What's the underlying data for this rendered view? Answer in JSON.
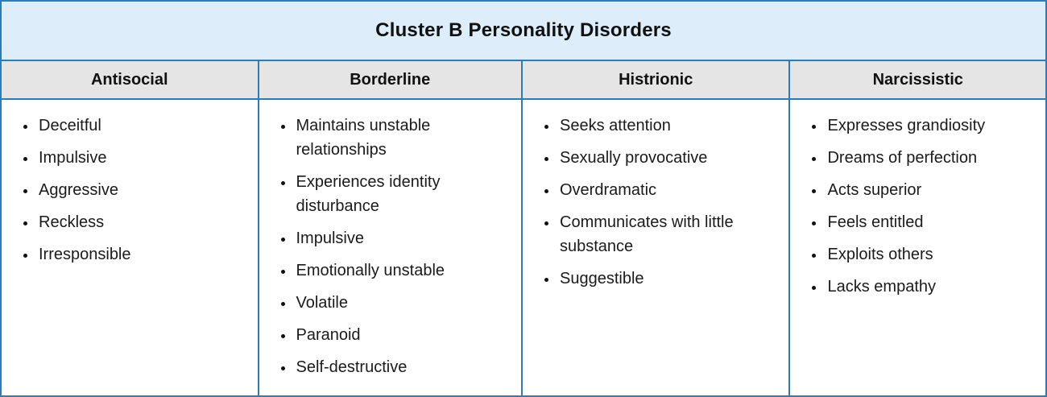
{
  "figure": {
    "title": "Cluster B Personality Disorders"
  },
  "columns": [
    {
      "header": "Antisocial",
      "items": [
        "Deceitful",
        "Impulsive",
        "Aggressive",
        "Reckless",
        "Irresponsible"
      ]
    },
    {
      "header": "Borderline",
      "items": [
        "Maintains unstable relationships",
        "Experiences identity disturbance",
        "Impulsive",
        "Emotionally unstable",
        "Volatile",
        "Paranoid",
        "Self-destructive"
      ]
    },
    {
      "header": "Histrionic",
      "items": [
        "Seeks attention",
        "Sexually provocative",
        "Overdramatic",
        "Communicates with little substance",
        "Suggestible"
      ]
    },
    {
      "header": "Narcissistic",
      "items": [
        "Expresses grandiosity",
        "Dreams of perfection",
        "Acts superior",
        "Feels entitled",
        "Exploits others",
        "Lacks empathy"
      ]
    }
  ],
  "colors": {
    "border": "#2b7cb9",
    "title_bg": "#ddeefa",
    "header_bg": "#e6e5e5",
    "body_bg": "#ffffff",
    "text": "#1a1a1a"
  }
}
